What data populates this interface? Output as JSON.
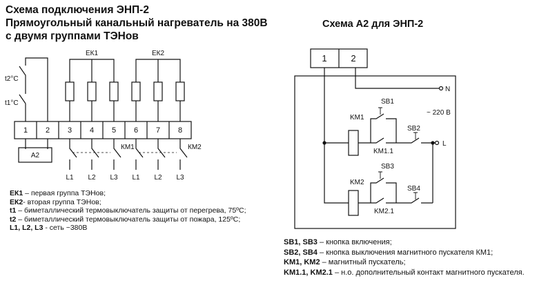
{
  "title": {
    "line1": "Схема подключения ЭНП-2",
    "line2": "Прямоугольный канальный нагреватель на 380В",
    "line3": "с двумя группами ТЭНов"
  },
  "right_title": "Схема А2 для ЭНП-2",
  "left_diagram": {
    "terminals": [
      "1",
      "2",
      "3",
      "4",
      "5",
      "6",
      "7",
      "8"
    ],
    "ek1": "ЕК1",
    "ek2": "ЕК2",
    "t2": "t2°C",
    "t1": "t1°C",
    "a2": "А2",
    "km1": "КМ1",
    "km2": "КМ2",
    "lines_bottom": [
      "L1",
      "L2",
      "L3",
      "L1",
      "L2",
      "L3"
    ]
  },
  "right_diagram": {
    "terminals": [
      "1",
      "2"
    ],
    "n": "N",
    "l": "L",
    "v220": "~ 220 В",
    "km1": "KM1",
    "km2": "KM2",
    "sb1": "SB1",
    "sb2": "SB2",
    "sb3": "SB3",
    "sb4": "SB4",
    "km11": "KM1.1",
    "km21": "KM2.1"
  },
  "legend_left": [
    {
      "key": "ЕК1",
      "text": " – первая группа ТЭНов;"
    },
    {
      "key": "ЕК2",
      "text": "- вторая группа  ТЭНов;"
    },
    {
      "key": "t1",
      "text": " – биметаллический термовыключатель защиты от перегрева, 75ºС;"
    },
    {
      "key": "t2",
      "text": " – биметаллический термовыключатель защиты от пожара, 125ºС;"
    },
    {
      "key": "L1, L2, L3",
      "text": " - сеть ~380В"
    }
  ],
  "legend_right": [
    {
      "key": "SB1, SB3",
      "text": " – кнопка включения;"
    },
    {
      "key": "SB2, SB4",
      "text": " – кнопка выключения магнитного пускателя КМ1;"
    },
    {
      "key": "KM1, KM2",
      "text": " – магнитный пускатель;"
    },
    {
      "key": "KM1.1, KM2.1",
      "text": " – н.о. дополнительный контакт магнитного пускателя."
    }
  ]
}
